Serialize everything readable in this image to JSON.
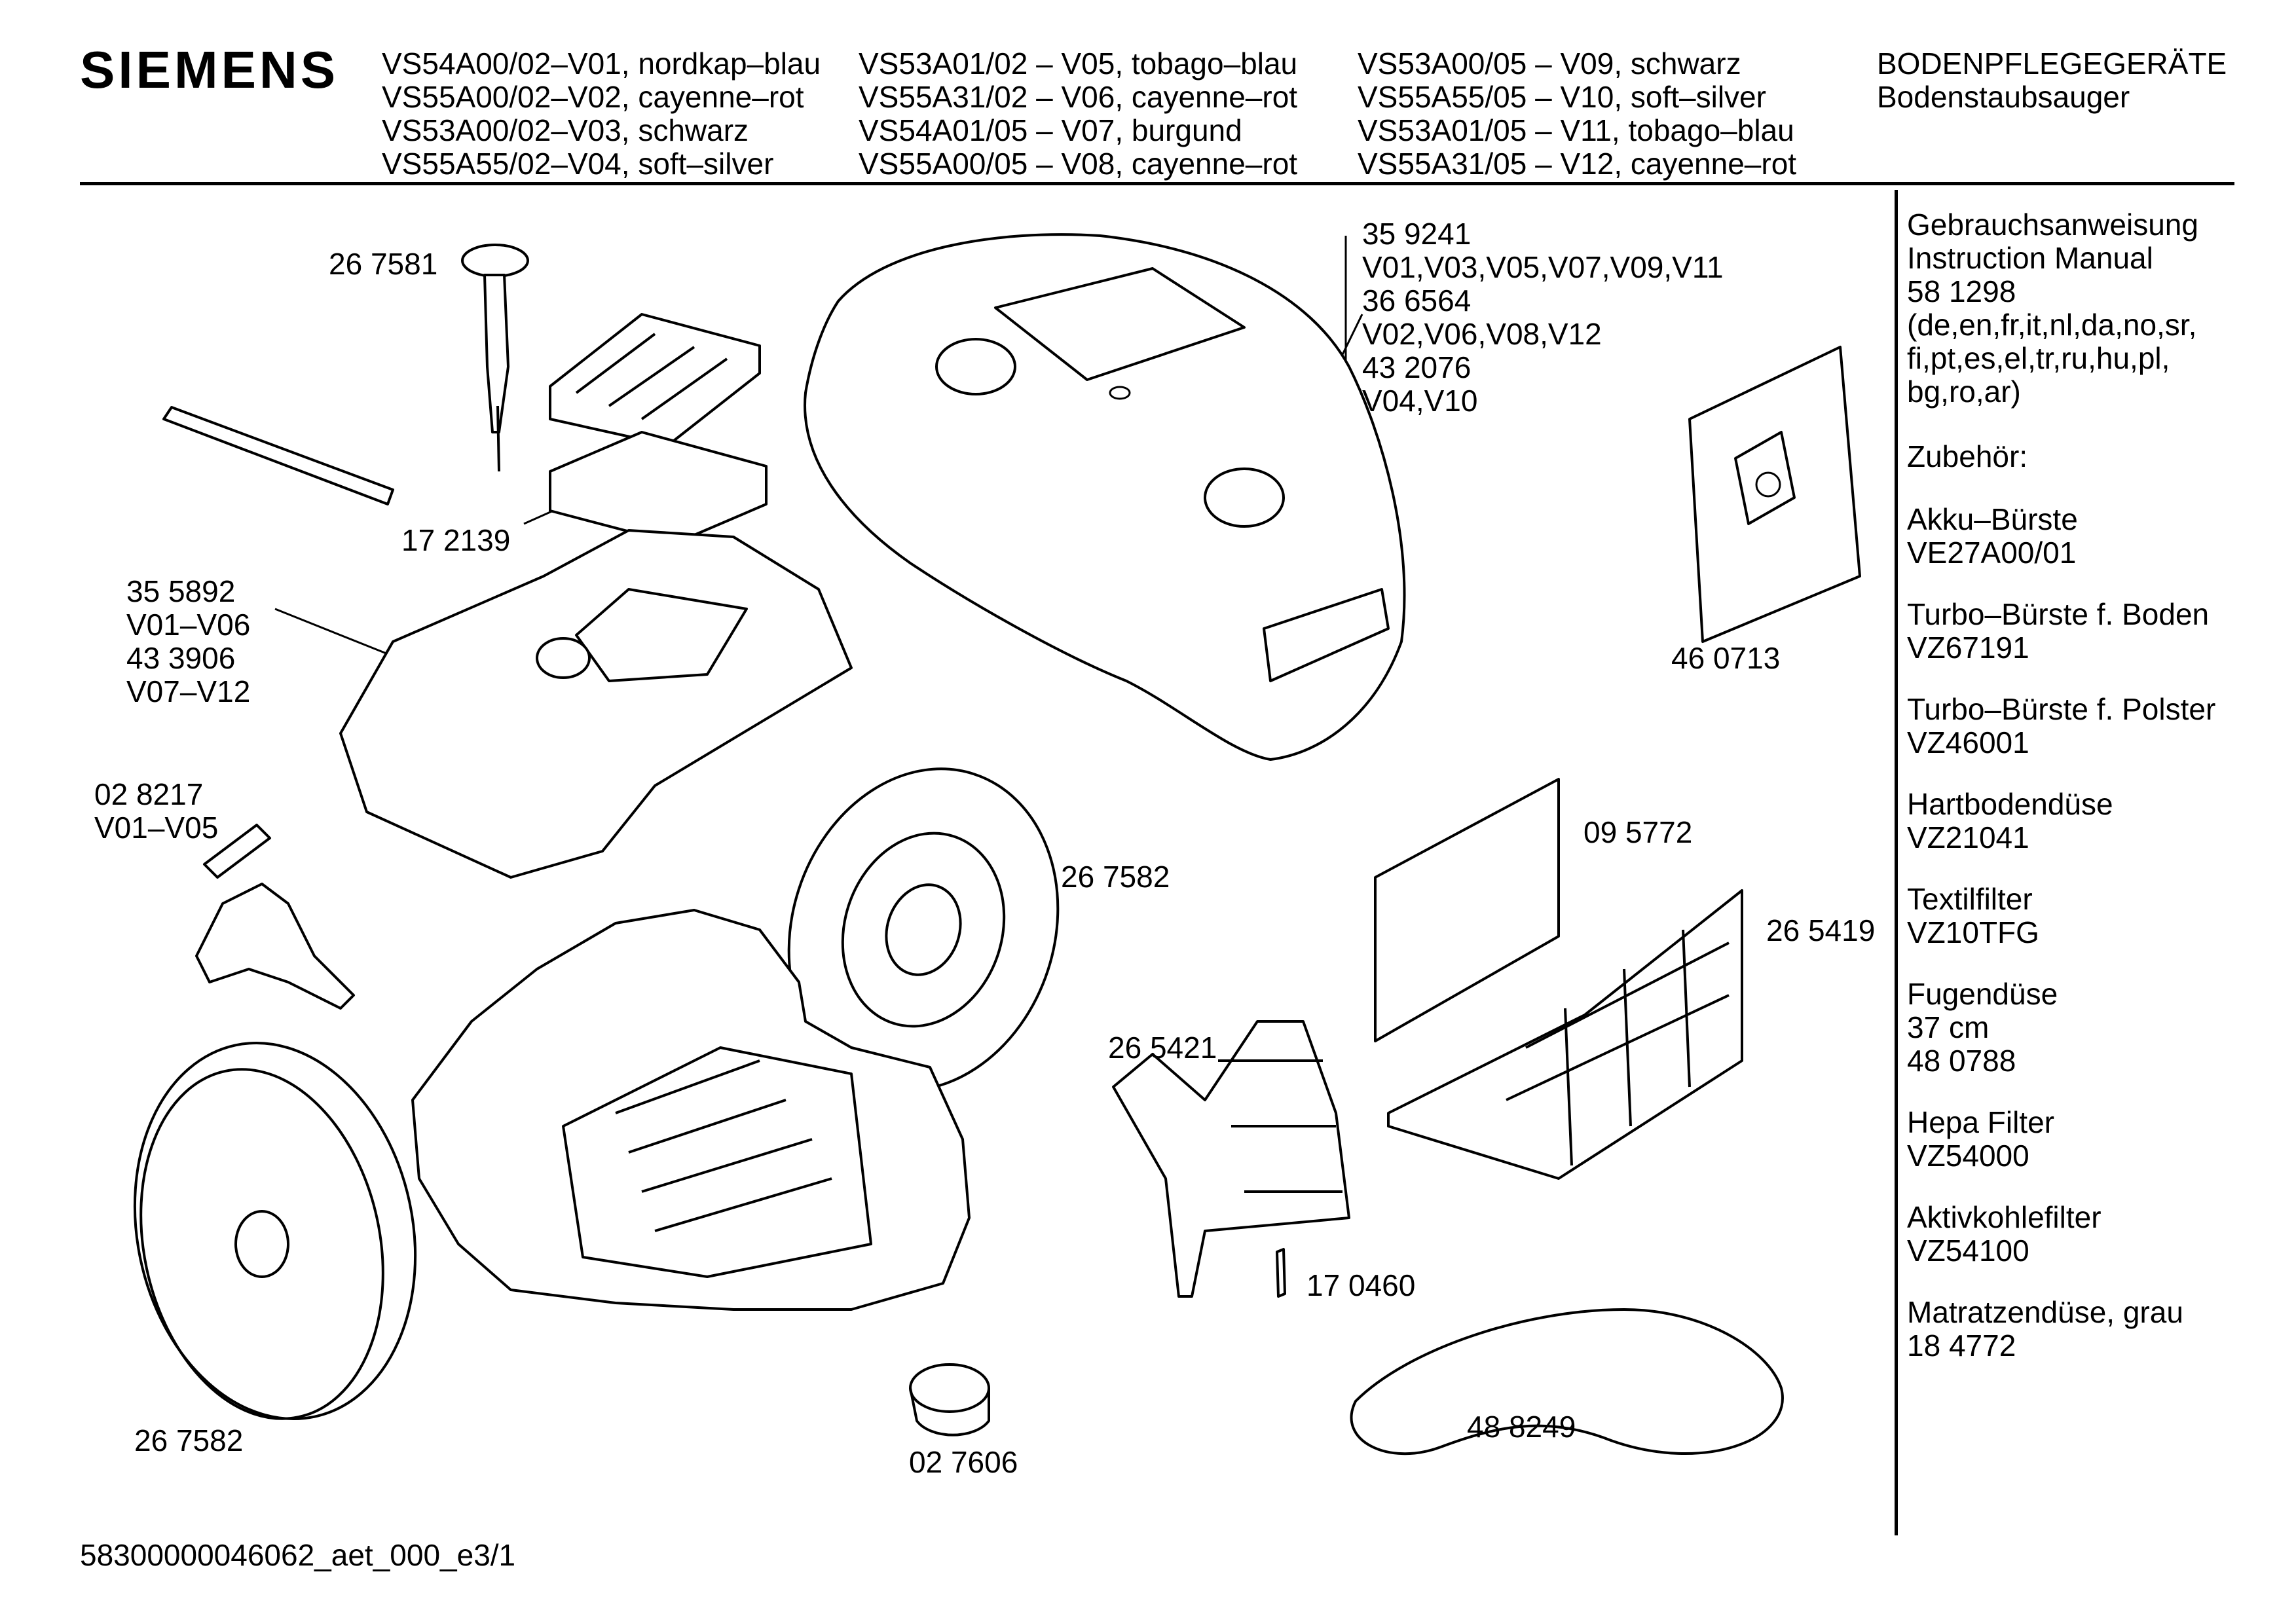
{
  "header": {
    "brand": "SIEMENS",
    "models": [
      [
        "VS54A00/02–V01, nordkap–blau",
        "VS55A00/02–V02, cayenne–rot",
        "VS53A00/02–V03, schwarz",
        "VS55A55/02–V04, soft–silver"
      ],
      [
        "VS53A01/02 – V05,  tobago–blau",
        "VS55A31/02 – V06,  cayenne–rot",
        "VS54A01/05 – V07,  burgund",
        "VS55A00/05 – V08,  cayenne–rot"
      ],
      [
        "VS53A00/05 – V09, schwarz",
        "VS55A55/05 – V10, soft–silver",
        "VS53A01/05 – V11, tobago–blau",
        "VS55A31/05 – V12, cayenne–rot"
      ]
    ],
    "category": "BODENPFLEGEGERÄTE",
    "subcategory": "Bodenstaubsauger"
  },
  "parts": {
    "p267581": "26 7581",
    "p172139": "17 2139",
    "p355892": [
      "35 5892",
      "V01–V06",
      "43 3906",
      "V07–V12"
    ],
    "p028217": [
      "02 8217",
      "V01–V05"
    ],
    "p359241": [
      "35 9241",
      "V01,V03,V05,V07,V09,V11",
      "36 6564",
      "V02,V06,V08,V12",
      "43 2076",
      "V04,V10"
    ],
    "p460713": "46 0713",
    "p095772": "09 5772",
    "p267582_top": "26 7582",
    "p265419": "26 5419",
    "p265421": "26 5421",
    "p170460": "17 0460",
    "p488249": "48 8249",
    "p267582_bottom": "26 7582",
    "p027606": "02 7606"
  },
  "accessories": [
    [
      "Gebrauchsanweisung",
      "Instruction Manual",
      "58 1298",
      "(de,en,fr,it,nl,da,no,sr,",
      "fi,pt,es,el,tr,ru,hu,pl,",
      "bg,ro,ar)"
    ],
    [
      "Zubehör:"
    ],
    [
      "Akku–Bürste",
      "VE27A00/01"
    ],
    [
      "Turbo–Bürste f. Boden",
      "VZ67191"
    ],
    [
      "Turbo–Bürste f. Polster",
      "VZ46001"
    ],
    [
      "Hartbodendüse",
      "VZ21041"
    ],
    [
      "Textilfilter",
      "VZ10TFG"
    ],
    [
      "Fugendüse",
      "37 cm",
      "48 0788"
    ],
    [
      "Hepa Filter",
      "VZ54000"
    ],
    [
      "Aktivkohlefilter",
      "VZ54100"
    ],
    [
      "Matratzendüse, grau",
      "18 4772"
    ]
  ],
  "footer": "58300000046062_aet_000_e3/1"
}
